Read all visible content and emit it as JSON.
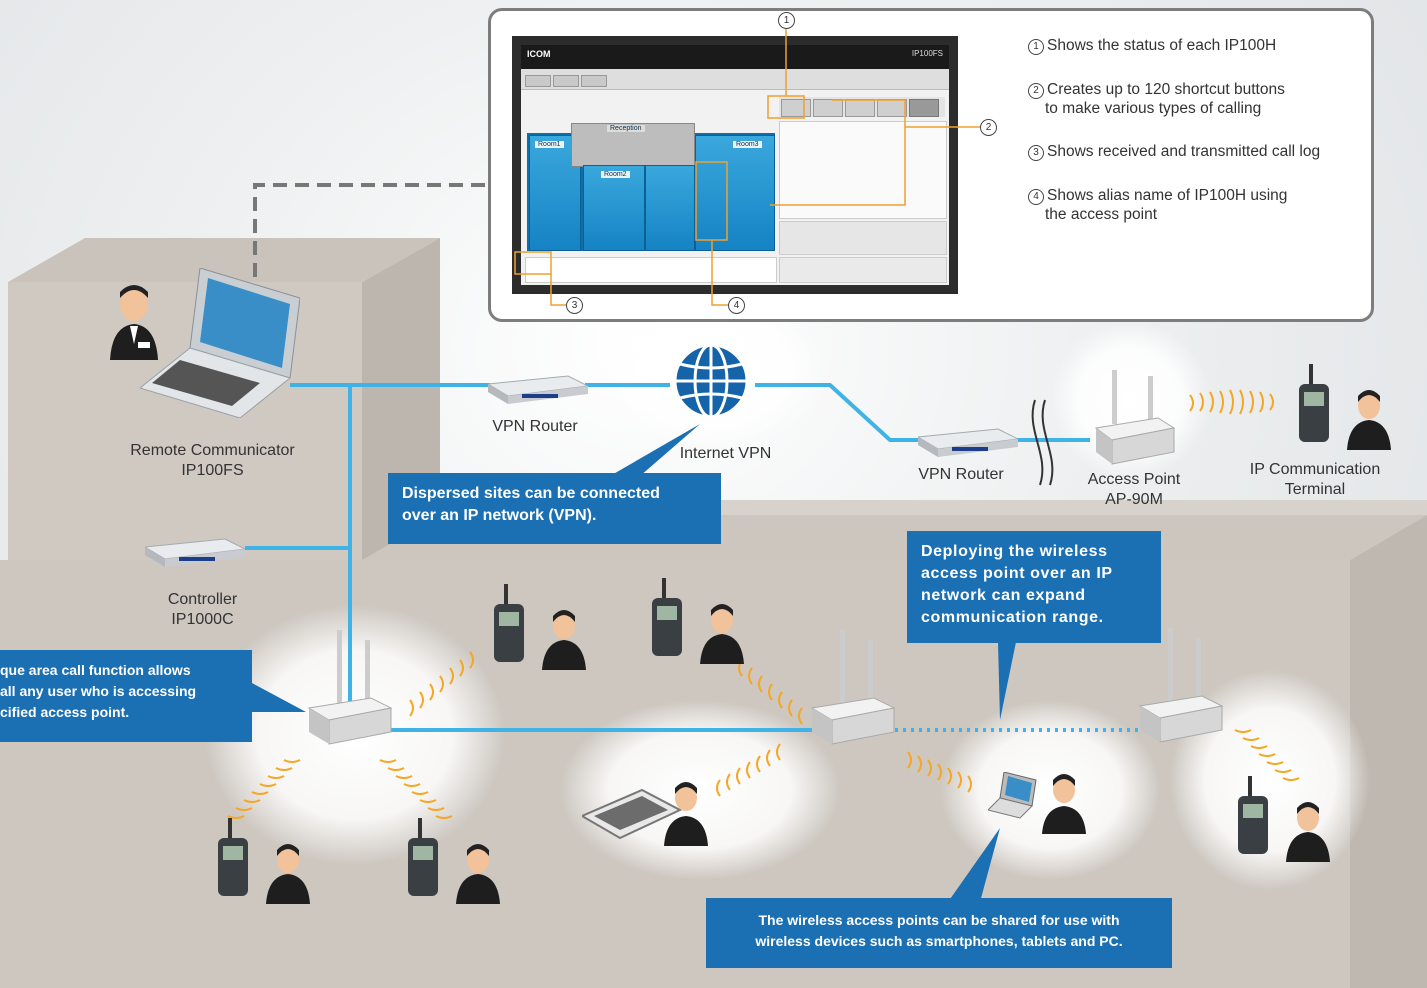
{
  "screenshot_panel": {
    "markers": [
      "1",
      "2",
      "3",
      "4"
    ],
    "notes": [
      {
        "num": "1",
        "text": "Shows the status of each IP100H"
      },
      {
        "num": "2",
        "text": "Creates up to 120 shortcut buttons",
        "text2": "to make various types of calling"
      },
      {
        "num": "3",
        "text": "Shows received and transmitted call log"
      },
      {
        "num": "4",
        "text": "Shows alias name of IP100H using",
        "text2": "the access point"
      }
    ],
    "app_screen": {
      "brand": "ICOM",
      "product": "IP100FS",
      "rooms": [
        "Room1",
        "Reception",
        "Room2",
        "Room3"
      ]
    }
  },
  "devices": {
    "remote_communicator": {
      "line1": "Remote Communicator",
      "line2": "IP100FS"
    },
    "controller": {
      "line1": "Controller",
      "line2": "IP1000C"
    },
    "vpn_router_1": "VPN Router",
    "vpn_router_2": "VPN Router",
    "internet_vpn": "Internet VPN",
    "access_point": {
      "line1": "Access Point",
      "line2": "AP-90M"
    },
    "ip_terminal": {
      "line1": "IP Communication",
      "line2": "Terminal"
    }
  },
  "callouts": {
    "vpn": {
      "line1": "Dispersed sites can be connected",
      "line2": "over an IP network (VPN)."
    },
    "wireless_ap": {
      "line1": "Deploying the wireless",
      "line2": "access point over an IP",
      "line3": "network can expand",
      "line4": "communication range."
    },
    "area_call": {
      "line1": "que area call function allows",
      "line2": "all any user who is accessing",
      "line3": "cified access point."
    },
    "shared": {
      "line1": "The wireless access points can be shared for use with",
      "line2": "wireless devices such as smartphones, tablets and PC."
    }
  },
  "colors": {
    "network_line": "#3fb3e6",
    "callout_bg": "#1b6fb3",
    "globe": "#1563a8"
  }
}
